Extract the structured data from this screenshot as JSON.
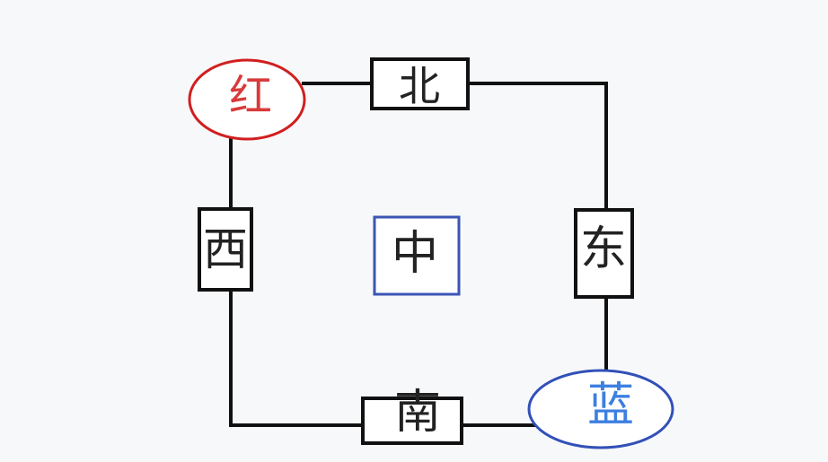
{
  "nodes": {
    "red": {
      "label": "红",
      "color": "#d93a3a",
      "border": "#d11f1f"
    },
    "north": {
      "label": "北"
    },
    "west": {
      "label": "西"
    },
    "center": {
      "label": "中",
      "border": "#3a55b4"
    },
    "east": {
      "label": "东"
    },
    "south": {
      "label": "南"
    },
    "blue": {
      "label": "蓝",
      "color": "#3c7fe0",
      "border": "#3150b8"
    }
  },
  "colors": {
    "line": "#111111",
    "text": "#222222",
    "background": "#f7f8fa"
  }
}
